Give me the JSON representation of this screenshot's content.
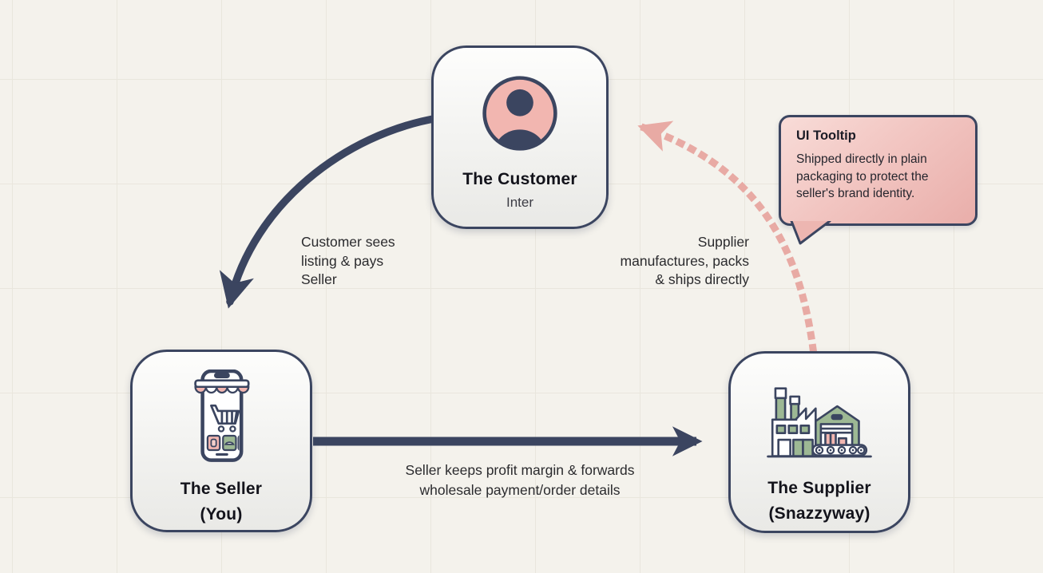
{
  "colors": {
    "bg": "#f4f2ec",
    "grid": "#e9e6dd",
    "navy": "#3b4560",
    "pink": "#f2b6b0",
    "pink-arrow": "#e8aaa4",
    "green": "#9db894",
    "text": "#2b2b2e",
    "title": "#13131b",
    "tooltip-from": "#f8dcd8",
    "tooltip-to": "#e9aeaa",
    "card-top": "#fdfdfc",
    "card-bottom": "#e9e9e6"
  },
  "nodes": {
    "customer": {
      "title": "The Customer",
      "subtitle": "Inter",
      "icon": "person-avatar-icon"
    },
    "seller": {
      "title": "The Seller\n(You)",
      "icon": "storefront-phone-icon"
    },
    "supplier": {
      "title": "The Supplier\n(Snazzyway)",
      "icon": "factory-warehouse-icon"
    }
  },
  "edges": {
    "customer_to_seller": {
      "label": "Customer sees\nlisting & pays\nSeller",
      "style": "solid-curved"
    },
    "seller_to_supplier": {
      "label": "Seller keeps profit margin & forwards\nwholesale payment/order details",
      "style": "solid-straight"
    },
    "supplier_to_customer": {
      "label": "Supplier\nmanufactures, packs\n& ships directly",
      "style": "dotted-curved"
    }
  },
  "tooltip": {
    "title": "UI Tooltip",
    "body": "Shipped directly in plain packaging to protect the seller's brand identity."
  }
}
